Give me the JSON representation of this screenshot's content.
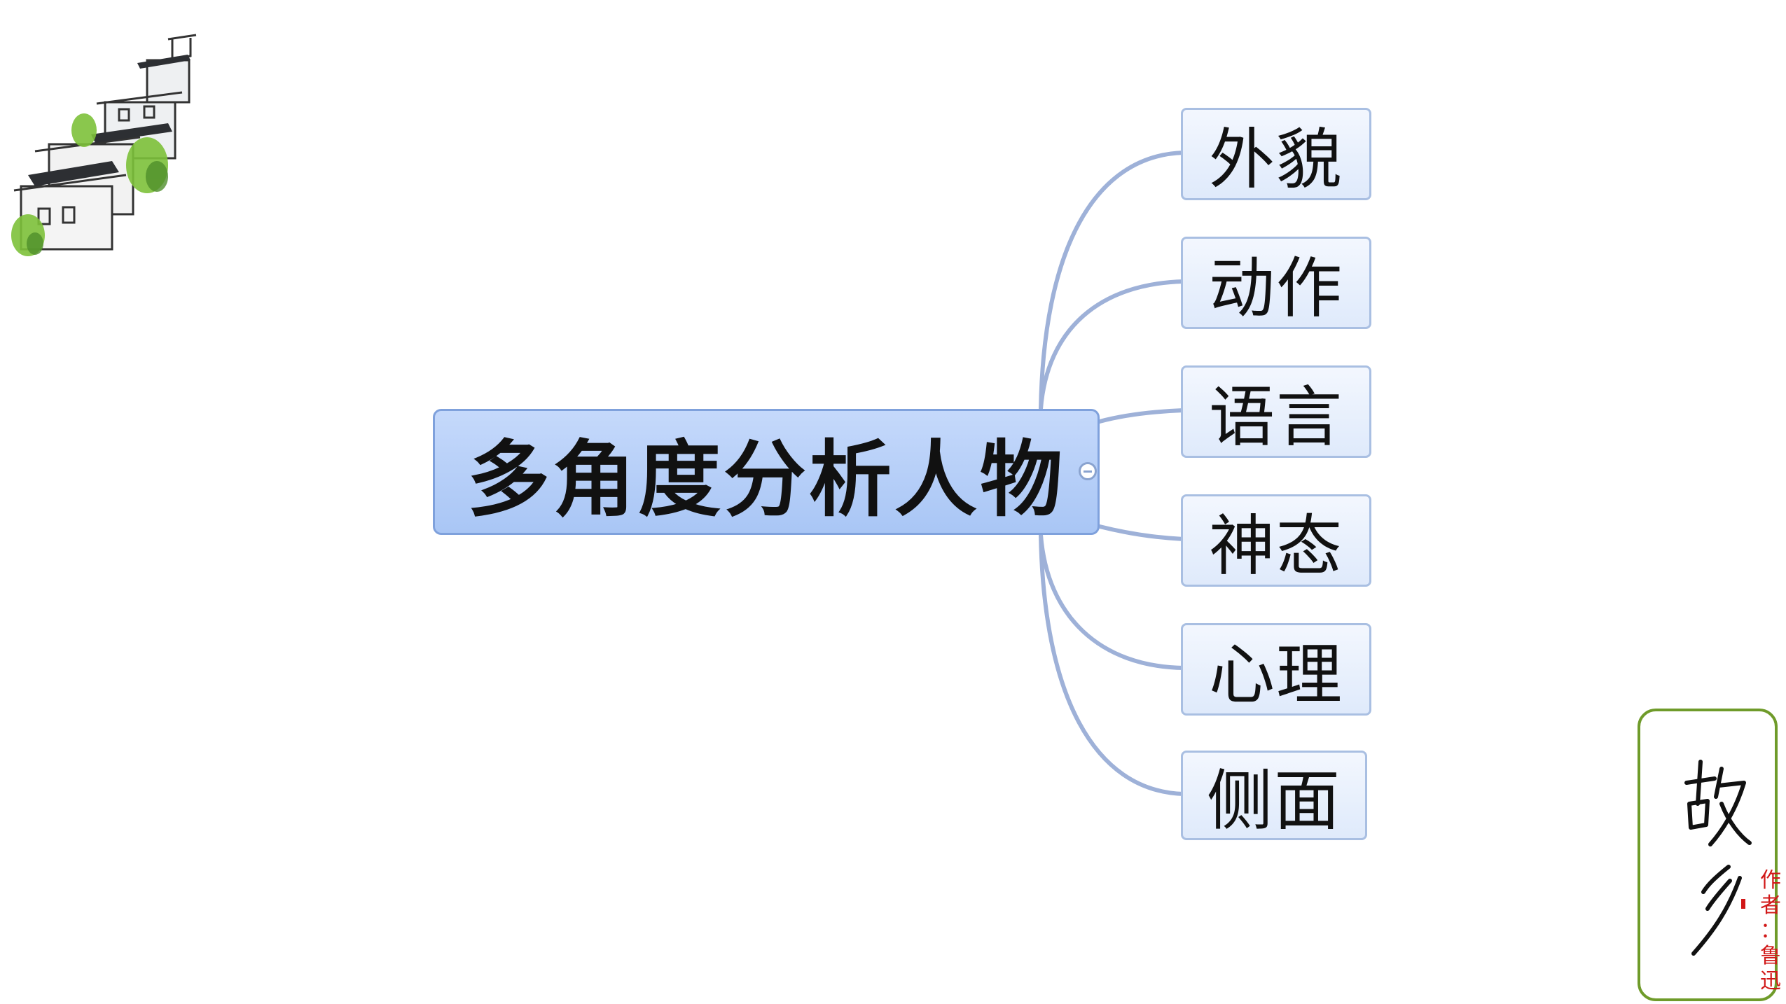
{
  "mindmap": {
    "central": {
      "label": "多角度分析人物"
    },
    "branches": [
      {
        "label": "外貌"
      },
      {
        "label": "动作"
      },
      {
        "label": "语言"
      },
      {
        "label": "神态"
      },
      {
        "label": "心理"
      },
      {
        "label": "侧面"
      }
    ]
  },
  "decoration": {
    "seal_title": "故乡",
    "author_note": "作\n者\n：\n鲁\n迅"
  },
  "colors": {
    "connector": "#9eb1d8",
    "central_fill": "#b6cff7",
    "subtopic_fill": "#e6eefc",
    "seal_border": "#6f9b2a",
    "author_text": "#d11818"
  }
}
